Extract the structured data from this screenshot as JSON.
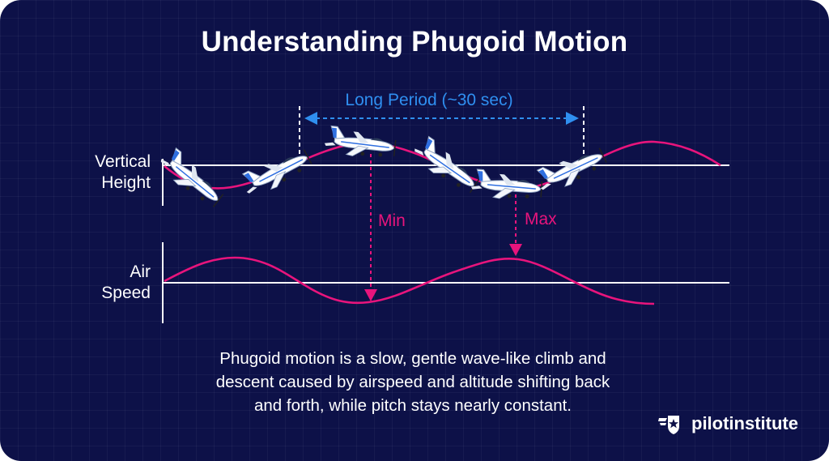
{
  "title": "Understanding Phugoid Motion",
  "period_label": "Long Period (~30 sec)",
  "axes": {
    "height_label": [
      "Vertical",
      "Height"
    ],
    "speed_label": [
      "Air",
      "Speed"
    ]
  },
  "markers": {
    "min_label": "Min",
    "max_label": "Max"
  },
  "caption": [
    "Phugoid motion is a slow, gentle wave-like climb and",
    "descent caused by airspeed and altitude shifting back",
    "and forth, while pitch stays nearly constant."
  ],
  "logo": {
    "text": "pilotinstitute",
    "icon": "pilot-wings-star-badge-icon"
  },
  "colors": {
    "background": "#0d1148",
    "wave": "#e8147c",
    "period_arrow": "#2f8ff0",
    "axis": "#ffffff"
  }
}
